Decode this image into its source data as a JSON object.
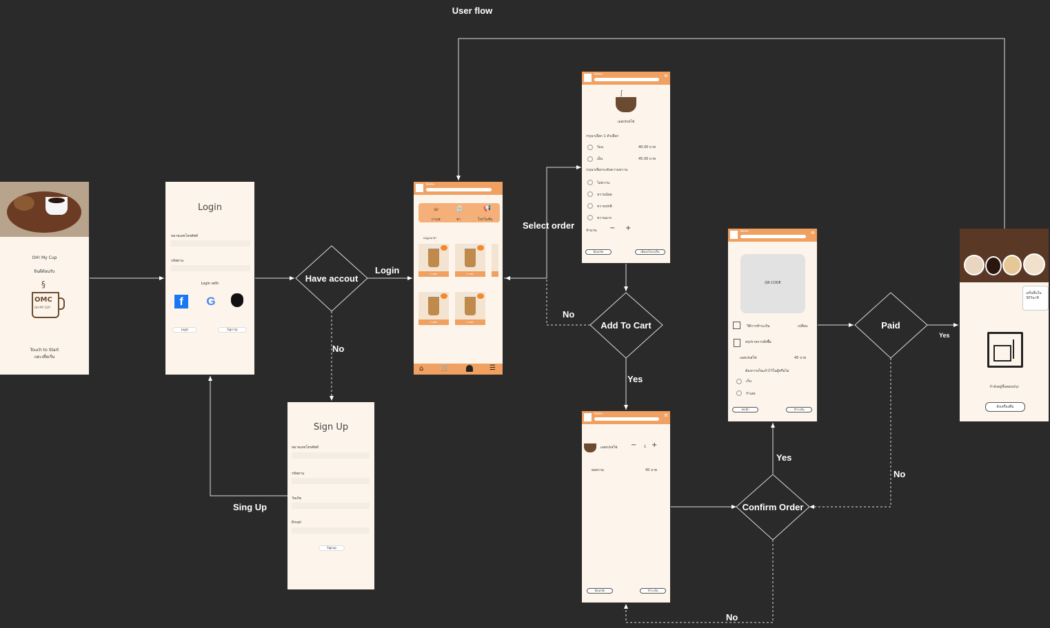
{
  "title": "User flow",
  "welcome": {
    "brand_line1": "OH! My Cup",
    "brand_line2": "ยินดีต้อนรับ",
    "logo_text": "OMC",
    "logo_sub": "OH MY CUP",
    "touch_line1": "Touch to Start",
    "touch_line2": "แตะเพื่อเริ่ม"
  },
  "login": {
    "heading": "Login",
    "phone_label": "หมายเลขโทรศัพท์",
    "password_label": "รหัสผ่าน",
    "login_with": "Login with",
    "login_button": "Login",
    "signup_button": "Sign Up"
  },
  "signup": {
    "heading": "Sign Up",
    "phone_label": "หมายเลขโทรศัพท์",
    "password_label": "รหัสผ่าน",
    "birthday_label": "วันเกิด",
    "email_label": "Email",
    "signup_button": "Signup"
  },
  "home": {
    "header_home": "Home",
    "categories": [
      "กาแฟ",
      "ชา",
      "โปรโมชั่น"
    ],
    "section_label": "เมนูแนะนำ",
    "items": [
      "กาแฟดำ",
      "กาแฟดำ",
      "กาแฟดำ",
      "กาแฟดำ"
    ]
  },
  "product": {
    "header_home": "Home",
    "name": "เอสเปรสโซ่",
    "choose_label": "กรุณาเลือก 1 ตัวเลือก",
    "options": [
      {
        "label": "ร้อน",
        "price": "40.00 บาท"
      },
      {
        "label": "เย็น",
        "price": "45.00 บาท"
      }
    ],
    "sweet_label": "กรุณาเลือกระดับความหวาน",
    "sweet_options": [
      "ไม่หวาน",
      "หวานน้อย",
      "หวานปกติ",
      "หวานมาก"
    ],
    "qty_label": "จำนวน",
    "back_button": "ย้อนกลับ",
    "add_button": "เพิ่มลงในรถเข็น"
  },
  "cart": {
    "header_home": "Home",
    "item_name": "เอสเปรสโซ่",
    "qty": "1",
    "total_label": "ยอดรวม",
    "total_value": "45 บาท",
    "back_button": "ย้อนกลับ",
    "pay_button": "ชำระเงิน"
  },
  "payment": {
    "header_home": "Home",
    "qr_label": "QR CODE",
    "method_label": "วิธีการชำระเงิน",
    "method_change": "เปลี่ยน",
    "summary_label": "สรุปรายการสั่งซื้อ",
    "item_name": "เอสเปรสโซ่",
    "item_price": "45 บาท",
    "takeaway_question": "ต้องการเก็บแก้วไว้ในตู้หรือไม่",
    "takeaway_options": [
      "เก็บ",
      "กำเลย"
    ],
    "cancel_button": "ยกเลิก",
    "pay_button": "ชำระเงิน"
  },
  "done": {
    "timer_line1": "เสร็จสิ้นใน",
    "timer_line2": "30วินาที",
    "status": "กำลังอยู่ขั้นตอนปรุง",
    "finish_button": "สั่งเครื่องดื่ม"
  },
  "decisions": {
    "have_account": "Have accout",
    "add_to_cart": "Add To Cart",
    "confirm_order": "Confirm Order",
    "paid": "Paid"
  },
  "edge_labels": {
    "login": "Login",
    "no_account": "No",
    "sign_up": "Sing Up",
    "select_order": "Select order",
    "no_cart": "No",
    "yes_cart": "Yes",
    "yes_confirm": "Yes",
    "no_confirm": "No",
    "yes_paid": "Yes",
    "no_paid": "No"
  }
}
